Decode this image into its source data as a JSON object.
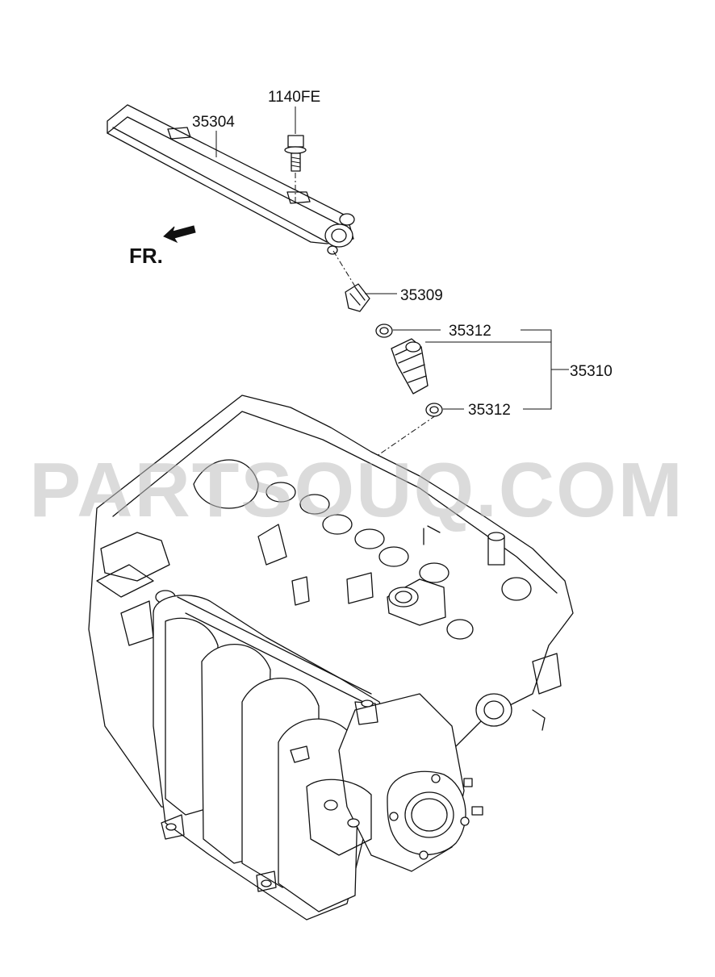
{
  "labels": {
    "bolt": "1140FE",
    "fuel_rail": "35304",
    "clip": "35309",
    "oring_upper": "35312",
    "injector_assy": "35310",
    "oring_lower": "35312"
  },
  "front_indicator": "FR.",
  "watermark": "PARTSOUQ.COM"
}
